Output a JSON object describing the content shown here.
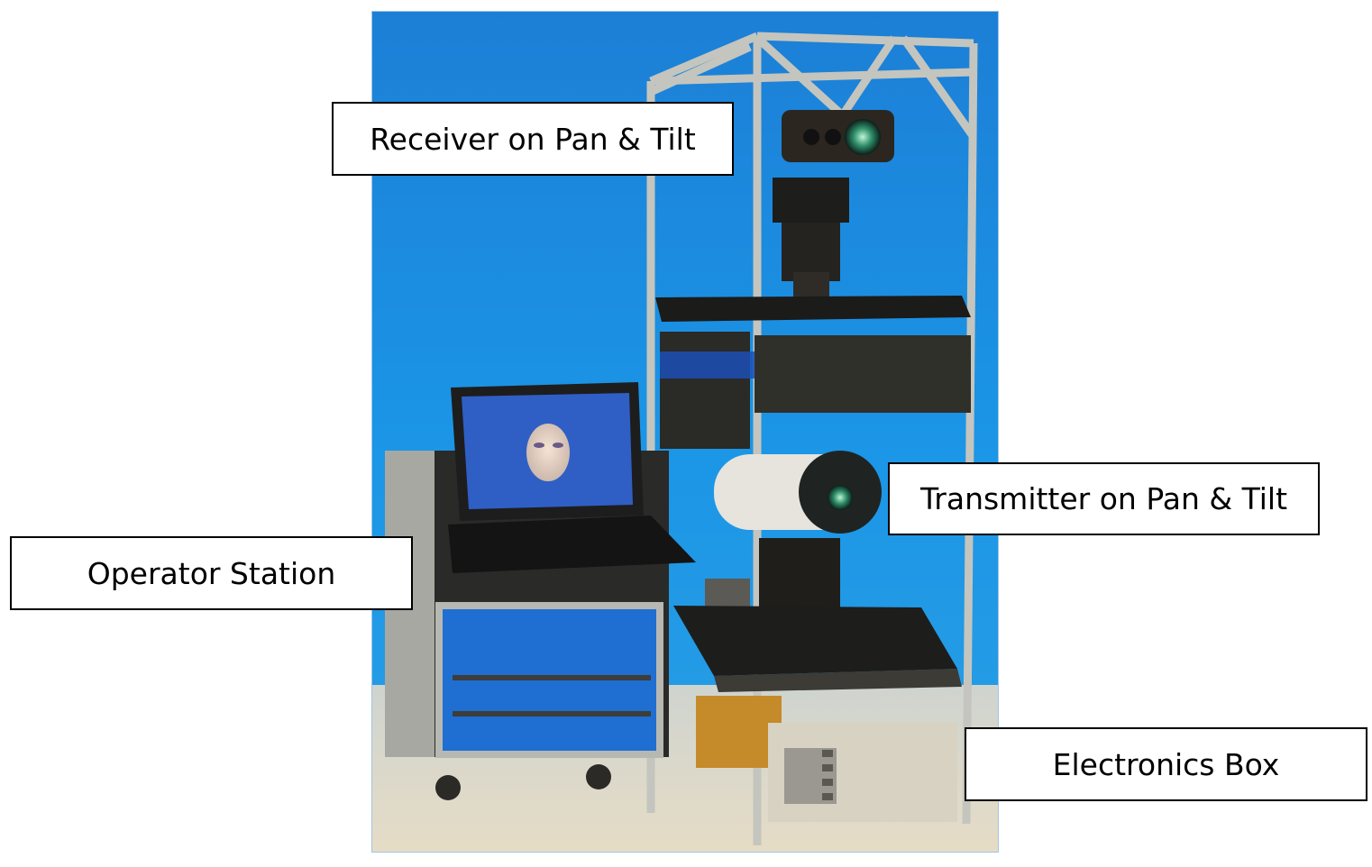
{
  "labels": {
    "receiver": "Receiver on Pan & Tilt",
    "transmitter": "Transmitter on Pan & Tilt",
    "operator": "Operator Station",
    "electronics": "Electronics Box"
  },
  "colors": {
    "background_wall": "#1a8fe0",
    "floor": "#d9cfb8",
    "frame": "#b9b9b3",
    "panel": "#2a2a26",
    "laptop_screen": "#2f5fc4",
    "callout_border": "#000000"
  }
}
